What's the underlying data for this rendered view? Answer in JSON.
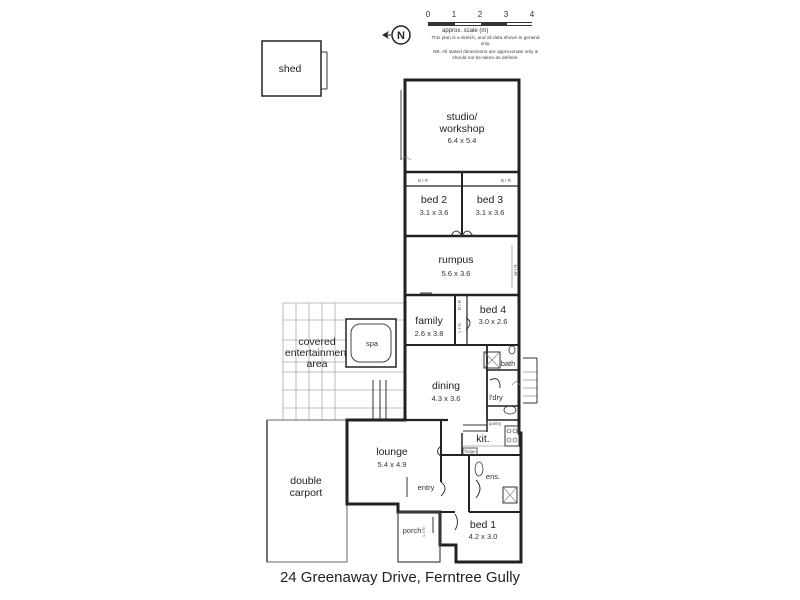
{
  "scale": {
    "ticks": [
      "0",
      "1",
      "2",
      "3",
      "4"
    ],
    "label": "approx. scale (m)",
    "note1": "This plan is a sketch, and all data shown is general only.",
    "note2": "NB: All stated dimensions are approximate only & should not be taken as definite."
  },
  "compass": {
    "letter": "N"
  },
  "rooms": {
    "shed": {
      "name": "shed"
    },
    "studio": {
      "name_line1": "studio/",
      "name_line2": "workshop",
      "dim": "6.4 x 5.4"
    },
    "bed2": {
      "name": "bed 2",
      "dim": "3.1 x 3.6"
    },
    "bed3": {
      "name": "bed 3",
      "dim": "3.1 x 3.6"
    },
    "rumpus": {
      "name": "rumpus",
      "dim": "5.6 x 3.6"
    },
    "bed4": {
      "name": "bed 4",
      "dim": "3.0 x 2.6"
    },
    "family": {
      "name": "family",
      "dim": "2.6  x 3.8"
    },
    "entertainment": {
      "line1": "covered",
      "line2": "entertainment",
      "line3": "area"
    },
    "spa": {
      "name": "spa"
    },
    "bath": {
      "name": "bath"
    },
    "ldry": {
      "name": "l'dry"
    },
    "dining": {
      "name": "dining",
      "dim": "4.3 x 3.6"
    },
    "kitchen": {
      "name": "kit."
    },
    "pantry": {
      "name": "pantry"
    },
    "fridge": {
      "name": "fridge"
    },
    "lounge": {
      "name": "lounge",
      "dim": "5.4 x 4.9"
    },
    "carport": {
      "line1": "double",
      "line2": "carport"
    },
    "entry": {
      "name": "entry"
    },
    "ens": {
      "name": "ens."
    },
    "porch": {
      "name": "porch"
    },
    "bed1": {
      "name": "bed 1",
      "dim": "4.2 x 3.0"
    }
  },
  "robe_labels": {
    "bir": "B I R",
    "wir": "W I R",
    "lin": "L I N"
  },
  "address": "24 Greenaway Drive, Ferntree Gully",
  "colors": {
    "wall": "#222222",
    "deck": "#aaaaaa",
    "background": "#ffffff"
  }
}
